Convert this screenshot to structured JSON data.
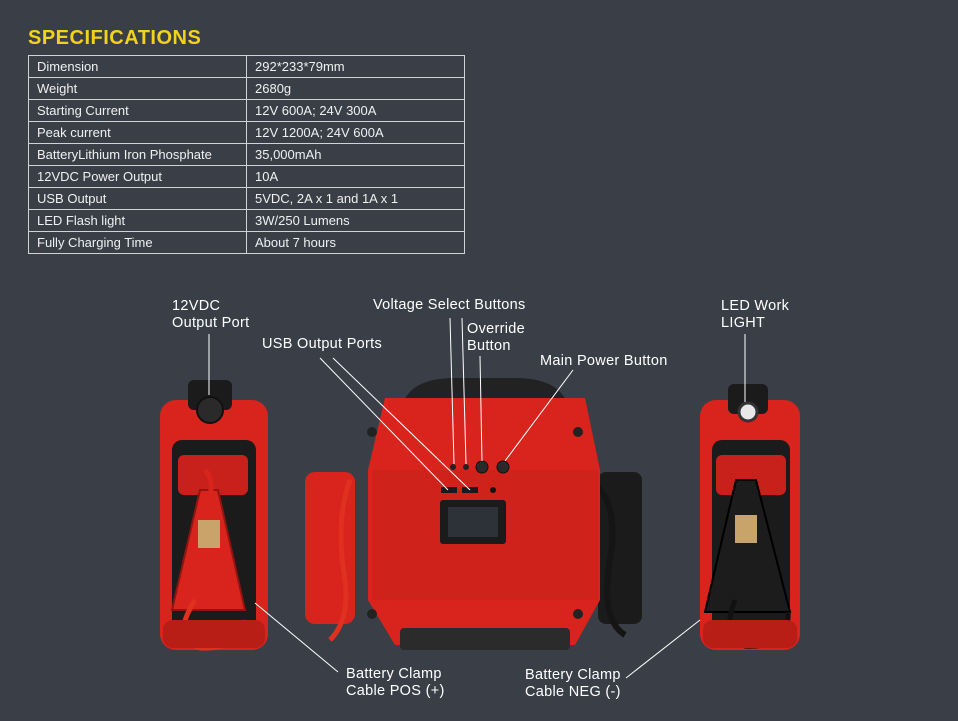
{
  "spec_heading": "SPECIFICATIONS",
  "specs": [
    {
      "label": "Dimension",
      "value": "292*233*79mm"
    },
    {
      "label": "Weight",
      "value": "2680g"
    },
    {
      "label": "Starting Current",
      "value": "12V 600A; 24V 300A"
    },
    {
      "label": "Peak current",
      "value": "12V 1200A; 24V 600A"
    },
    {
      "label": "BatteryLithium Iron Phosphate",
      "value": "35,000mAh"
    },
    {
      "label": "12VDC Power Output",
      "value": "10A"
    },
    {
      "label": "USB Output",
      "value": "5VDC, 2A x 1 and 1A x 1"
    },
    {
      "label": "LED Flash light",
      "value": "3W/250 Lumens"
    },
    {
      "label": "Fully Charging Time",
      "value": "About 7 hours"
    }
  ],
  "callouts": {
    "power_port": [
      "12VDC",
      "Output Port"
    ],
    "usb_ports": "USB Output Ports",
    "voltage_select": "Voltage  Select  Buttons",
    "override": [
      "Override",
      "Button"
    ],
    "main_power": "Main Power Button",
    "led_light": [
      "LED Work",
      "LIGHT"
    ],
    "clamp_pos": [
      "Battery Clamp",
      "Cable POS (+)"
    ],
    "clamp_neg": [
      "Battery Clamp",
      "Cable NEG (-)"
    ]
  },
  "colors": {
    "background": "#3a3f47",
    "heading": "#f2d21b",
    "device_red": "#d8241c",
    "device_black": "#1b1b1b"
  }
}
